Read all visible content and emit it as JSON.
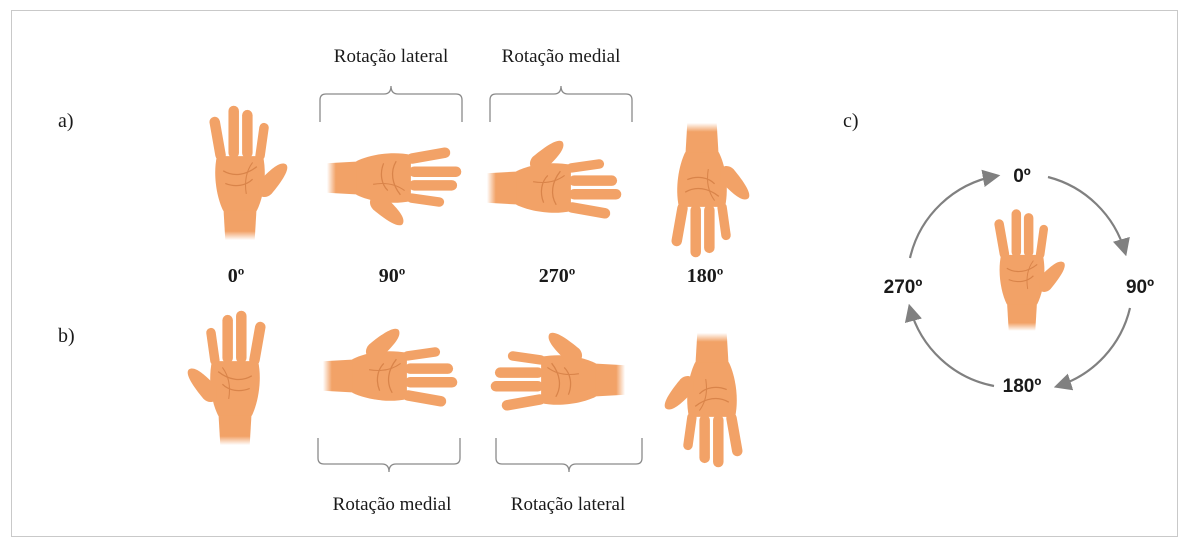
{
  "panels": {
    "a": "a)",
    "b": "b)",
    "c": "c)"
  },
  "row_a": {
    "bracket_left": "Rotação lateral",
    "bracket_right": "Rotação medial",
    "angles": [
      "0º",
      "90º",
      "270º",
      "180º"
    ]
  },
  "row_b": {
    "bracket_left": "Rotação medial",
    "bracket_right": "Rotação lateral"
  },
  "circle": {
    "top": "0º",
    "right": "90º",
    "bottom": "180º",
    "left": "270º"
  },
  "colors": {
    "skin": "#f4a469",
    "skin_shadow": "#e08a4c",
    "bracket": "#8a8a8a",
    "arrow": "#808080",
    "text": "#1a1a1a"
  }
}
